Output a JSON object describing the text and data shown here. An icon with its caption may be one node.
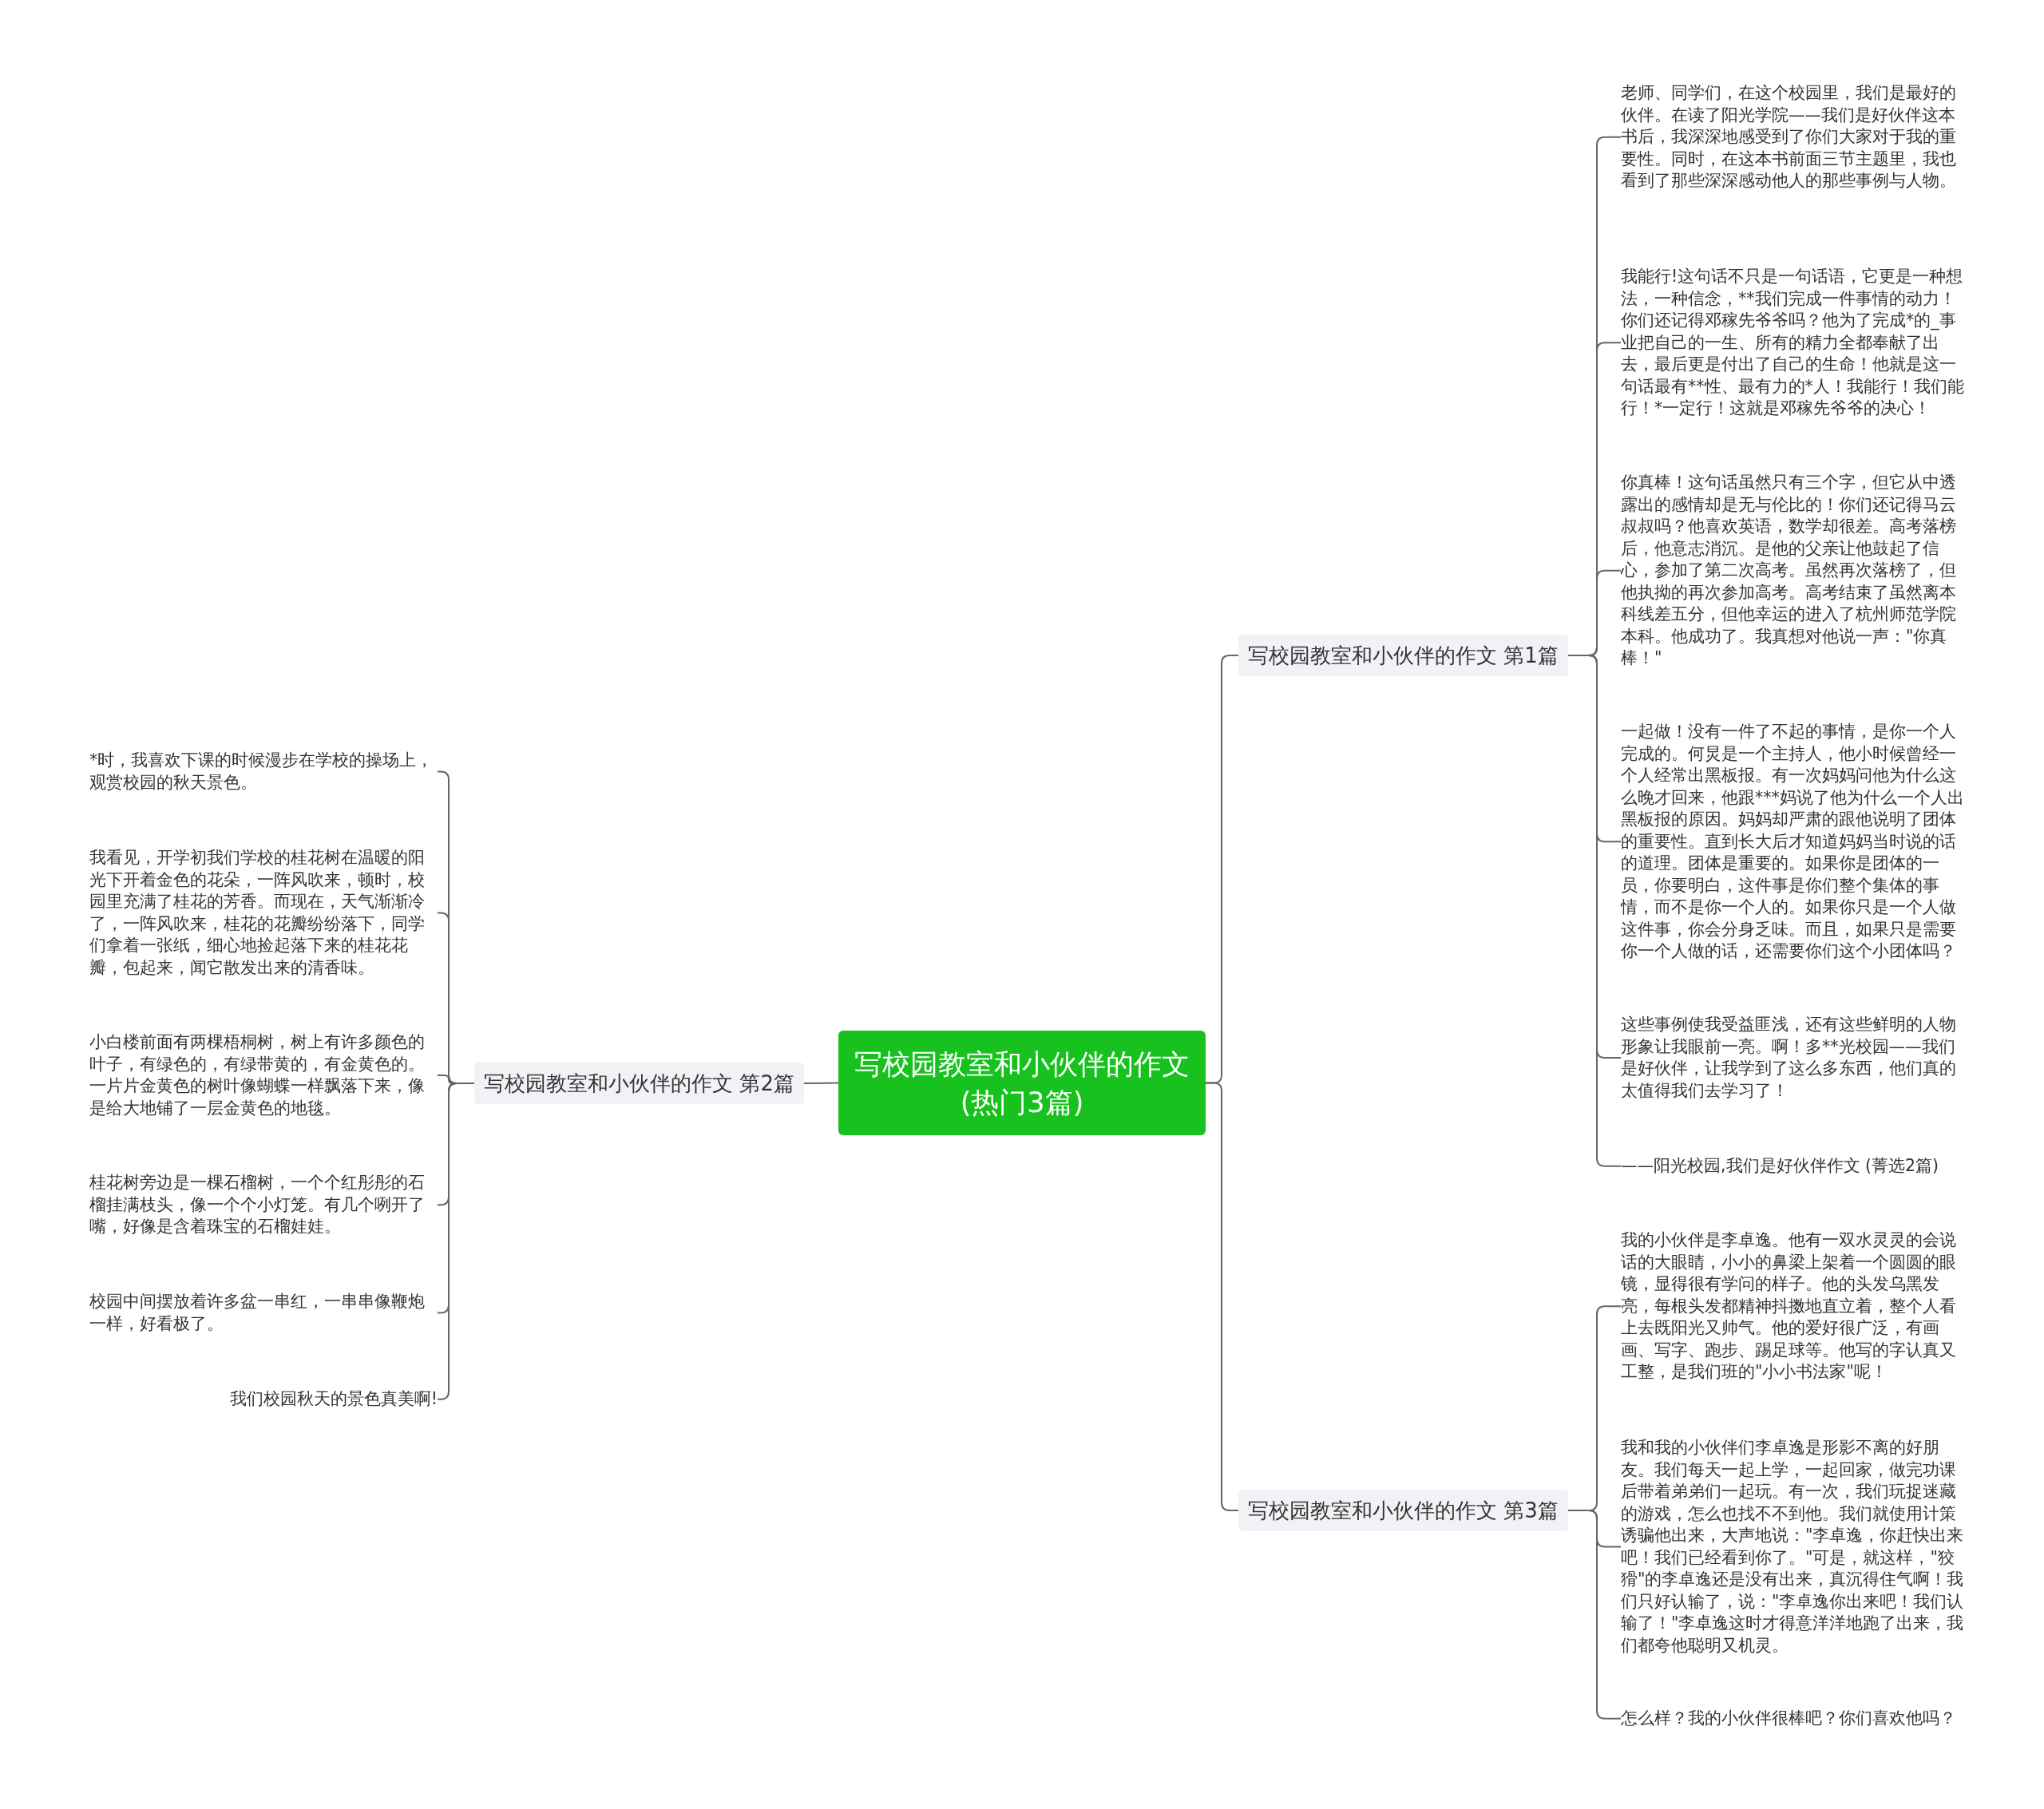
{
  "diagram": {
    "nodes": [
      {
        "text": [
          "写校园教室和小伙伴的作文(热门3篇)"
        ]
      },
      {
        "text": [
          "写校园教室和小伙伴的作文 第1篇"
        ]
      },
      {
        "text": [
          "老师、同学们，在这个校园里，我们是最好的伙伴。在读了阳光学院——我们是好伙伴这本书后，我深深地感受到了你们大家对于我的重要性。同时，在这本书前面三节主题里，我也看到了那些深深感动他人的那些事例与人物。"
        ]
      },
      {
        "text": [
          "我能行!这句话不只是一句话语，它更是一种想法，一种信念，**我们完成一件事情的动力！你们还记得邓稼先爷爷吗？他为了完成*的_事业把自己的一生、所有的精力全都奉献了出去，最后更是付出了自己的生命！他就是这一句话最有**性、最有力的*人！我能行！我们能行！*一定行！这就是邓稼先爷爷的决心！"
        ]
      },
      {
        "text": [
          "你真棒！这句话虽然只有三个字，但它从中透露出的感情却是无与伦比的！你们还记得马云叔叔吗？他喜欢英语，数学却很差。高考落榜后，他意志消沉。是他的父亲让他鼓起了信心，参加了第二次高考。虽然再次落榜了，但他执拗的再次参加高考。高考结束了虽然离本科线差五分，但他幸运的进入了杭州师范学院本科。他成功了。我真想对他说一声：\"你真棒！\""
        ]
      },
      {
        "text": [
          "一起做！没有一件了不起的事情，是你一个人完成的。何炅是一个主持人，他小时候曾经一个人经常出黑板报。有一次妈妈问他为什么这么晚才回来，他跟***妈说了他为什么一个人出黑板报的原因。妈妈却严肃的跟他说明了团体的重要性。直到长大后才知道妈妈当时说的话的道理。团体是重要的。如果你是团体的一员，你要明白，这件事是你们整个集体的事情，而不是你一个人的。如果你只是一个人做这件事，你会分身乏味。而且，如果只是需要你一个人做的话，还需要你们这个小团体吗？"
        ]
      },
      {
        "text": [
          "这些事例使我受益匪浅，还有这些鲜明的人物形象让我眼前一亮。啊！多**光校园——我们是好伙伴，让我学到了这么多东西，他们真的太值得我们去学习了！"
        ]
      },
      {
        "text": [
          "——阳光校园,我们是好伙伴作文 (菁选2篇)"
        ]
      },
      {
        "text": [
          "写校园教室和小伙伴的作文 第2篇"
        ]
      },
      {
        "text": [
          "*时，我喜欢下课的时候漫步在学校的操场上，观赏校园的秋天景色。"
        ]
      },
      {
        "text": [
          "我看见，开学初我们学校的桂花树在温暖的阳光下开着金色的花朵，一阵风吹来，顿时，校园里充满了桂花的芳香。而现在，天气渐渐冷了，一阵风吹来，桂花的花瓣纷纷落下，同学们拿着一张纸，细心地捡起落下来的桂花花瓣，包起来，闻它散发出来的清香味。"
        ]
      },
      {
        "text": [
          "小白楼前面有两棵梧桐树，树上有许多颜色的叶子，有绿色的，有绿带黄的，有金黄色的。一片片金黄色的树叶像蝴蝶一样飘落下来，像是给大地铺了一层金黄色的地毯。"
        ]
      },
      {
        "text": [
          "桂花树旁边是一棵石榴树，一个个红彤彤的石榴挂满枝头，像一个个小灯笼。有几个咧开了嘴，好像是含着珠宝的石榴娃娃。"
        ]
      },
      {
        "text": [
          "校园中间摆放着许多盆一串红，一串串像鞭炮一样，好看极了。"
        ]
      },
      {
        "text": [
          "我们校园秋天的景色真美啊!"
        ]
      },
      {
        "text": [
          "写校园教室和小伙伴的作文 第3篇"
        ]
      },
      {
        "text": [
          "我的小伙伴是李卓逸。他有一双水灵灵的会说话的大眼睛，小小的鼻梁上架着一个圆圆的眼镜，显得很有学问的样子。他的头发乌黑发亮，每根头发都精神抖擞地直立着，整个人看上去既阳光又帅气。他的爱好很广泛，有画画、写字、跑步、踢足球等。他写的字认真又工整，是我们班的\"小小书法家\"呢！"
        ]
      },
      {
        "text": [
          "我和我的小伙伴们李卓逸是形影不离的好朋友。我们每天一起上学，一起回家，做完功课后带着弟弟们一起玩。有一次，我们玩捉迷藏的游戏，怎么也找不不到他。我们就使用计策诱骗他出来，大声地说：\"李卓逸，你赶快出来吧！我们已经看到你了。\"可是，就这样，\"狡猾\"的李卓逸还是没有出来，真沉得住气啊！我们只好认输了，说：\"李卓逸你出来吧！我们认输了！\"李卓逸这时才得意洋洋地跑了出来，我们都夸他聪明又机灵。"
        ]
      },
      {
        "text": [
          "怎么样？我的小伙伴很棒吧？你们喜欢他吗？"
        ]
      }
    ],
    "edges": [
      {
        "from": 0,
        "to": 1,
        "arrow": "none"
      },
      {
        "from": 1,
        "to": 2,
        "arrow": "none"
      },
      {
        "from": 1,
        "to": 3,
        "arrow": "none"
      },
      {
        "from": 1,
        "to": 4,
        "arrow": "none"
      },
      {
        "from": 1,
        "to": 5,
        "arrow": "none"
      },
      {
        "from": 1,
        "to": 6,
        "arrow": "none"
      },
      {
        "from": 1,
        "to": 7,
        "arrow": "none"
      },
      {
        "from": 0,
        "to": 8,
        "arrow": "none"
      },
      {
        "from": 8,
        "to": 9,
        "arrow": "none"
      },
      {
        "from": 8,
        "to": 10,
        "arrow": "none"
      },
      {
        "from": 8,
        "to": 11,
        "arrow": "none"
      },
      {
        "from": 8,
        "to": 12,
        "arrow": "none"
      },
      {
        "from": 8,
        "to": 13,
        "arrow": "none"
      },
      {
        "from": 8,
        "to": 14,
        "arrow": "none"
      },
      {
        "from": 0,
        "to": 15,
        "arrow": "none"
      },
      {
        "from": 15,
        "to": 16,
        "arrow": "none"
      },
      {
        "from": 15,
        "to": 17,
        "arrow": "none"
      },
      {
        "from": 15,
        "to": 18,
        "arrow": "none"
      }
    ]
  }
}
